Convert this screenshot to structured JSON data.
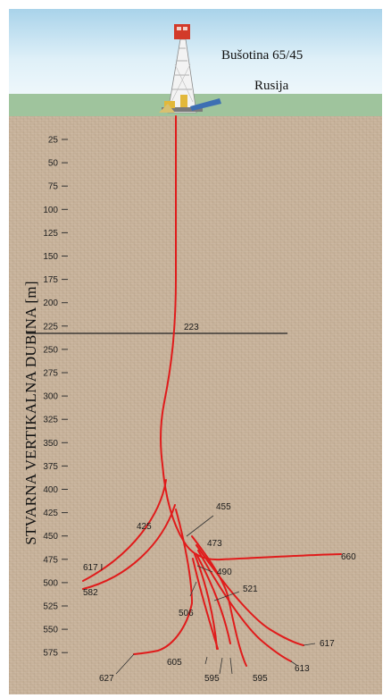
{
  "header": {
    "title": "Bušotina 65/45",
    "subtitle": "Rusija"
  },
  "axis": {
    "label": "STVARNA VERTIKALNA DUBINA [m]",
    "ticks": [
      "25",
      "50",
      "75",
      "100",
      "125",
      "150",
      "175",
      "200",
      "225",
      "250",
      "275",
      "300",
      "325",
      "350",
      "375",
      "400",
      "425",
      "450",
      "475",
      "500",
      "525",
      "550",
      "575"
    ]
  },
  "annotations": {
    "reference_line": "223",
    "labels": [
      "455",
      "425",
      "473",
      "660",
      "617 I",
      "582",
      "490",
      "521",
      "506",
      "617",
      "613",
      "605",
      "595",
      "595",
      "627"
    ]
  },
  "colors": {
    "well_path": "#e01b1b",
    "reference_line": "#222222",
    "ground": "#9fc49d",
    "soil": "#c8b39b"
  },
  "icons": [
    "drilling-rig-icon"
  ]
}
